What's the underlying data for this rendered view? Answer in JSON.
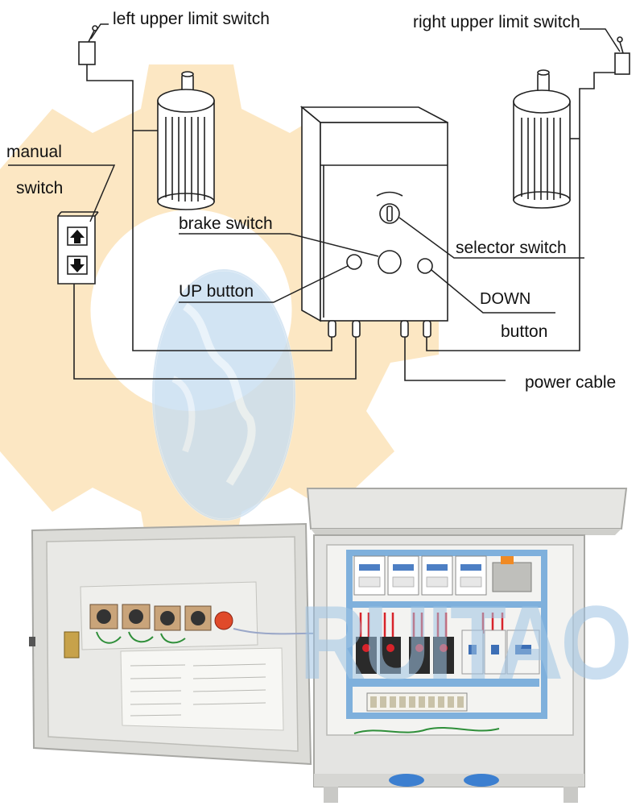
{
  "labels": {
    "left_upper_limit_switch": "left upper limit switch",
    "right_upper_limit_switch": "right upper limit switch",
    "manual_line1": "manual",
    "manual_line2": "switch",
    "brake_switch": "brake switch",
    "selector_switch": "selector switch",
    "up_button": "UP button",
    "down_line1": "DOWN",
    "down_line2": "button",
    "power_cable": "power cable"
  },
  "watermark": {
    "text": "RUITAO",
    "gear_color": "#fbe3b8",
    "globe_color": "#b9d6ee"
  },
  "colors": {
    "line": "#222222",
    "cabinet_body": "#e4e4e2",
    "cabinet_inner": "#f3f3f1",
    "panel_blue": "#7fb0dc",
    "relay_red": "#d8232a"
  }
}
